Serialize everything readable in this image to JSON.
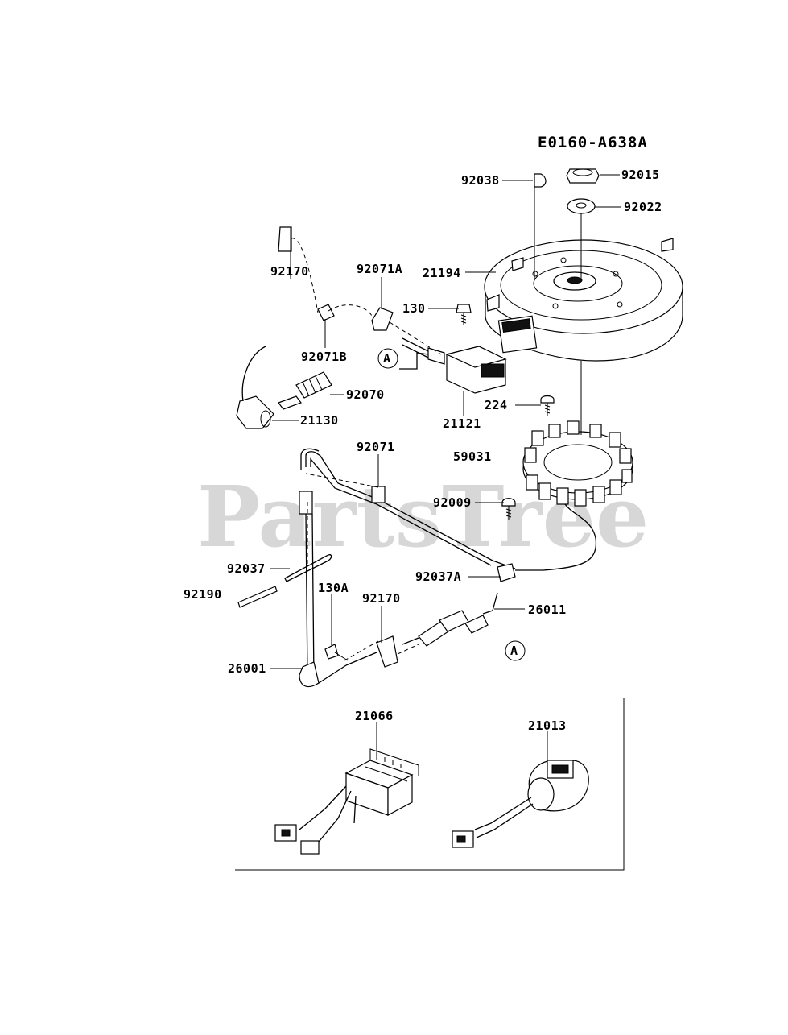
{
  "diagram": {
    "code": "E0160-A638A",
    "watermark": "PartsTree",
    "callout": "A",
    "parts": {
      "p92038": "92038",
      "p92015": "92015",
      "p92022": "92022",
      "p21194": "21194",
      "p92170_top": "92170",
      "p92071A": "92071A",
      "p130": "130",
      "p92071B": "92071B",
      "p92070": "92070",
      "p21130": "21130",
      "p21121": "21121",
      "p224": "224",
      "p59031": "59031",
      "p92071": "92071",
      "p92009": "92009",
      "p92037": "92037",
      "p92037A": "92037A",
      "p92190": "92190",
      "p130A": "130A",
      "p92170_bottom": "92170",
      "p26011": "26011",
      "p26001": "26001",
      "p21066": "21066",
      "p21013": "21013"
    }
  }
}
